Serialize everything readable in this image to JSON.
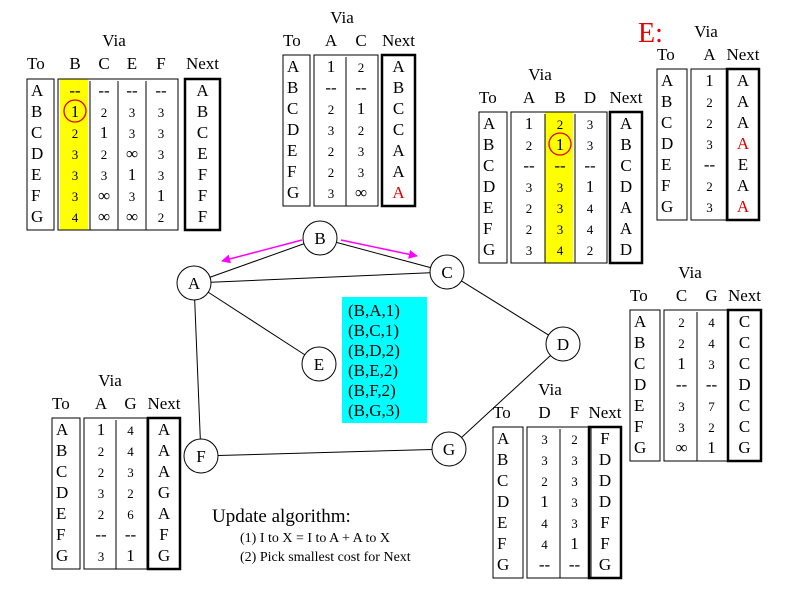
{
  "colors": {
    "highlight_yellow": "#ffff00",
    "info_box_cyan": "#00ffff",
    "arrow_magenta": "#ff00ff",
    "red_marks": "#e00000"
  },
  "nodes": [
    {
      "id": "A"
    },
    {
      "id": "B"
    },
    {
      "id": "C"
    },
    {
      "id": "D"
    },
    {
      "id": "E"
    },
    {
      "id": "F"
    },
    {
      "id": "G"
    }
  ],
  "edges": [
    [
      "A",
      "B"
    ],
    [
      "A",
      "C"
    ],
    [
      "A",
      "E"
    ],
    [
      "A",
      "F"
    ],
    [
      "B",
      "C"
    ],
    [
      "C",
      "D"
    ],
    [
      "D",
      "G"
    ],
    [
      "F",
      "G"
    ]
  ],
  "link_costs": [
    "(B,A,1)",
    "(B,C,1)",
    "(B,D,2)",
    "(B,E,2)",
    "(B,F,2)",
    "(B,G,3)"
  ],
  "update_algorithm": {
    "title": "Update algorithm:",
    "steps": [
      "(1) I to X = I to A + A to X",
      "(2) Pick smallest cost for Next"
    ]
  },
  "tables": [
    {
      "id": "B",
      "to_label": "To",
      "via_label": "Via",
      "next_label": "Next",
      "dests": [
        "A",
        "B",
        "C",
        "D",
        "E",
        "F",
        "G"
      ],
      "via_headers": [
        "B",
        "C",
        "E",
        "F"
      ],
      "cols": [
        [
          "--",
          "1",
          "2",
          "3",
          "3",
          "3",
          "4"
        ],
        [
          "--",
          "2",
          "1",
          "2",
          "3",
          "∞",
          "∞"
        ],
        [
          "--",
          "3",
          "3",
          "∞",
          "1",
          "3",
          "∞"
        ],
        [
          "--",
          "3",
          "3",
          "3",
          "3",
          "1",
          "2"
        ]
      ],
      "next": [
        "A",
        "B",
        "C",
        "E",
        "F",
        "F",
        "F"
      ],
      "highlight_col": 0,
      "circled": [
        [
          0,
          1
        ]
      ],
      "red_next": []
    },
    {
      "id": "A",
      "to_label": "To",
      "via_label": "Via",
      "next_label": "Next",
      "dests": [
        "A",
        "B",
        "C",
        "D",
        "E",
        "F",
        "G"
      ],
      "via_headers": [
        "A",
        "C"
      ],
      "cols": [
        [
          "1",
          "--",
          "2",
          "3",
          "2",
          "2",
          "3"
        ],
        [
          "2",
          "--",
          "1",
          "2",
          "3",
          "3",
          "∞"
        ]
      ],
      "next": [
        "A",
        "B",
        "C",
        "C",
        "A",
        "A",
        "A"
      ],
      "highlight_col": -1,
      "circled": [],
      "red_next": [
        6
      ]
    },
    {
      "id": "C",
      "to_label": "To",
      "via_label": "Via",
      "next_label": "Next",
      "dests": [
        "A",
        "B",
        "C",
        "D",
        "E",
        "F",
        "G"
      ],
      "via_headers": [
        "A",
        "B",
        "D"
      ],
      "cols": [
        [
          "1",
          "2",
          "--",
          "3",
          "2",
          "2",
          "3"
        ],
        [
          "2",
          "1",
          "--",
          "3",
          "3",
          "3",
          "4"
        ],
        [
          "3",
          "3",
          "--",
          "1",
          "4",
          "4",
          "2"
        ]
      ],
      "next": [
        "A",
        "B",
        "C",
        "D",
        "A",
        "A",
        "D"
      ],
      "highlight_col": 1,
      "circled": [
        [
          1,
          1
        ]
      ],
      "red_next": []
    },
    {
      "id": "E",
      "title": "E:",
      "to_label": "To",
      "via_label": "Via",
      "next_label": "Next",
      "dests": [
        "A",
        "B",
        "C",
        "D",
        "E",
        "F",
        "G"
      ],
      "via_headers": [
        "A"
      ],
      "cols": [
        [
          "1",
          "2",
          "2",
          "3",
          "--",
          "2",
          "3"
        ]
      ],
      "next": [
        "A",
        "A",
        "A",
        "A",
        "E",
        "A",
        "A"
      ],
      "highlight_col": -1,
      "circled": [],
      "red_next": [
        3,
        6
      ]
    },
    {
      "id": "D",
      "to_label": "To",
      "via_label": "Via",
      "next_label": "Next",
      "dests": [
        "A",
        "B",
        "C",
        "D",
        "E",
        "F",
        "G"
      ],
      "via_headers": [
        "C",
        "G"
      ],
      "cols": [
        [
          "2",
          "2",
          "1",
          "--",
          "3",
          "3",
          "∞"
        ],
        [
          "4",
          "4",
          "3",
          "--",
          "7",
          "2",
          "1"
        ]
      ],
      "next": [
        "C",
        "C",
        "C",
        "D",
        "C",
        "C",
        "G"
      ],
      "highlight_col": -1,
      "circled": [],
      "red_next": []
    },
    {
      "id": "F",
      "to_label": "To",
      "via_label": "Via",
      "next_label": "Next",
      "dests": [
        "A",
        "B",
        "C",
        "D",
        "E",
        "F",
        "G"
      ],
      "via_headers": [
        "A",
        "G"
      ],
      "cols": [
        [
          "1",
          "2",
          "2",
          "3",
          "2",
          "--",
          "3"
        ],
        [
          "4",
          "4",
          "3",
          "2",
          "6",
          "--",
          "1"
        ]
      ],
      "next": [
        "A",
        "A",
        "A",
        "G",
        "A",
        "F",
        "G"
      ],
      "highlight_col": -1,
      "circled": [],
      "red_next": []
    },
    {
      "id": "G",
      "to_label": "To",
      "via_label": "Via",
      "next_label": "Next",
      "dests": [
        "A",
        "B",
        "C",
        "D",
        "E",
        "F",
        "G"
      ],
      "via_headers": [
        "D",
        "F"
      ],
      "cols": [
        [
          "3",
          "3",
          "2",
          "1",
          "4",
          "4",
          "--"
        ],
        [
          "2",
          "3",
          "3",
          "3",
          "3",
          "1",
          "--"
        ]
      ],
      "next": [
        "F",
        "D",
        "D",
        "D",
        "F",
        "F",
        "G"
      ],
      "highlight_col": -1,
      "circled": [],
      "red_next": []
    }
  ]
}
